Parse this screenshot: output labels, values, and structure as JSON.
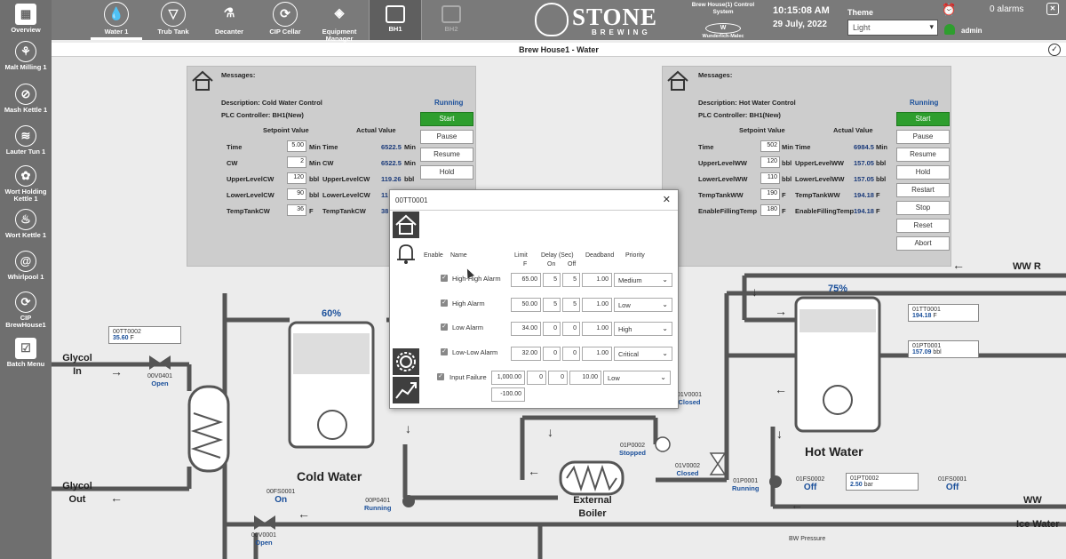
{
  "header": {
    "tabs": [
      {
        "label": "Water 1",
        "icon": "water-drop-icon"
      },
      {
        "label": "Trub Tank",
        "icon": "trub-tank-icon"
      },
      {
        "label": "Decanter",
        "icon": "decanter-icon"
      },
      {
        "label": "CIP Cellar",
        "icon": "cip-cellar-icon"
      },
      {
        "label": "Equipment Manager",
        "icon": "equipment-manager-icon"
      }
    ],
    "brewhouse_tabs": [
      "BH1",
      "BH2"
    ],
    "logo_name": "STONE",
    "logo_sub": "BREWING",
    "system_name": "Brew House(1) Control System",
    "wonderware_label": "Wunderlich-Malec",
    "time": "10:15:08 AM",
    "date": "29 July, 2022",
    "theme_label": "Theme",
    "theme_value": "Light",
    "alarms": "0 alarms",
    "user": "admin"
  },
  "sidebar": {
    "items": [
      {
        "label": "Overview"
      },
      {
        "label": "Malt Milling 1"
      },
      {
        "label": "Mash Kettle 1"
      },
      {
        "label": "Lauter Tun 1"
      },
      {
        "label": "Wort Holding Kettle 1"
      },
      {
        "label": "Wort Kettle 1"
      },
      {
        "label": "Whirlpool 1"
      },
      {
        "label": "CIP BrewHouse1"
      },
      {
        "label": "Batch Menu"
      }
    ]
  },
  "page_title": "Brew House1 - Water",
  "cold_panel": {
    "messages_label": "Messages:",
    "description": "Description: Cold Water Control",
    "plc": "PLC Controller: BH1(New)",
    "status": "Running",
    "setpoint_header": "Setpoint Value",
    "actual_header": "Actual Value",
    "rows": [
      {
        "name": "Time",
        "sp": "5.00",
        "unit": "Min",
        "aname": "Time",
        "actual": "6522.5",
        "aunit": "Min"
      },
      {
        "name": "CW",
        "sp": "2",
        "unit": "Min",
        "aname": "CW",
        "actual": "6522.5",
        "aunit": "Min"
      },
      {
        "name": "UpperLevelCW",
        "sp": "120",
        "unit": "bbl",
        "aname": "UpperLevelCW",
        "actual": "119.26",
        "aunit": "bbl"
      },
      {
        "name": "LowerLevelCW",
        "sp": "90",
        "unit": "bbl",
        "aname": "LowerLevelCW",
        "actual": "11",
        "aunit": ""
      },
      {
        "name": "TempTankCW",
        "sp": "36",
        "unit": "F",
        "aname": "TempTankCW",
        "actual": "38",
        "aunit": ""
      }
    ],
    "buttons": [
      "Start",
      "Pause",
      "Resume",
      "Hold"
    ]
  },
  "hot_panel": {
    "messages_label": "Messages:",
    "description": "Description: Hot Water Control",
    "plc": "PLC Controller: BH1(New)",
    "status": "Running",
    "setpoint_header": "Setpoint Value",
    "actual_header": "Actual Value",
    "rows": [
      {
        "name": "Time",
        "sp": "502",
        "unit": "Min",
        "aname": "Time",
        "actual": "6984.5",
        "aunit": "Min"
      },
      {
        "name": "UpperLevelWW",
        "sp": "120",
        "unit": "bbl",
        "aname": "UpperLevelWW",
        "actual": "157.05",
        "aunit": "bbl"
      },
      {
        "name": "LowerLevelWW",
        "sp": "110",
        "unit": "bbl",
        "aname": "LowerLevelWW",
        "actual": "157.05",
        "aunit": "bbl"
      },
      {
        "name": "TempTankWW",
        "sp": "190",
        "unit": "F",
        "aname": "TempTankWW",
        "actual": "194.18",
        "aunit": "F"
      },
      {
        "name": "EnableFillingTemp",
        "sp": "180",
        "unit": "F",
        "aname": "EnableFillingTemp",
        "actual": "194.18",
        "aunit": "F"
      }
    ],
    "buttons": [
      "Start",
      "Pause",
      "Resume",
      "Hold",
      "Restart",
      "Stop",
      "Reset",
      "Abort"
    ]
  },
  "dialog": {
    "title": "00TT0001",
    "headers": {
      "enable": "Enable",
      "name": "Name",
      "limit": "Limit",
      "limit_unit": "F",
      "delay": "Delay (Sec)",
      "on": "On",
      "off": "Off",
      "deadband": "Deadband",
      "priority": "Priority"
    },
    "alarms": [
      {
        "name": "High-High Alarm",
        "limit": "65.00",
        "on": "5",
        "off": "5",
        "deadband": "1.00",
        "priority": "Medium"
      },
      {
        "name": "High Alarm",
        "limit": "50.00",
        "on": "5",
        "off": "5",
        "deadband": "1.00",
        "priority": "Low"
      },
      {
        "name": "Low Alarm",
        "limit": "34.00",
        "on": "0",
        "off": "0",
        "deadband": "1.00",
        "priority": "High"
      },
      {
        "name": "Low-Low Alarm",
        "limit": "32.00",
        "on": "0",
        "off": "0",
        "deadband": "1.00",
        "priority": "Critical"
      }
    ],
    "input_failure": {
      "name": "Input Failure",
      "high": "1,000.00",
      "low": "-100.00",
      "on": "0",
      "off": "0",
      "deadband": "10.00",
      "priority": "Low"
    }
  },
  "diagram": {
    "cold_tank": {
      "label": "Cold Water",
      "level": "60%"
    },
    "hot_tank": {
      "label": "Hot Water",
      "level": "75%"
    },
    "boiler_label": "External Boiler",
    "glycol_in": "Glycol In",
    "glycol_out": "Glycol Out",
    "ww_r": "WW R",
    "ww": "WW",
    "ice_water": "Ice Water",
    "bw_pressure": "BW Pressure",
    "tags": [
      {
        "id": "00V0401",
        "state": "Open"
      },
      {
        "id": "00FS0001",
        "state": "On"
      },
      {
        "id": "00P0401",
        "state": "Running"
      },
      {
        "id": "00V0001",
        "state": "Open"
      },
      {
        "id": "01V0001",
        "state": "Closed"
      },
      {
        "id": "01P0002",
        "state": "Stopped"
      },
      {
        "id": "01V0002",
        "state": "Closed"
      },
      {
        "id": "01P0001",
        "state": "Running"
      },
      {
        "id": "01FS0002",
        "state": "Off"
      },
      {
        "id": "01FS0001",
        "state": "Off"
      }
    ],
    "indicators": [
      {
        "id": "00TT0002",
        "value": "35.60",
        "unit": "F"
      },
      {
        "id": "01TT0001",
        "value": "194.18",
        "unit": "F"
      },
      {
        "id": "01PT0001",
        "value": "157.09",
        "unit": "bbl"
      },
      {
        "id": "01PT0002",
        "value": "2.50",
        "unit": "bar"
      }
    ]
  }
}
